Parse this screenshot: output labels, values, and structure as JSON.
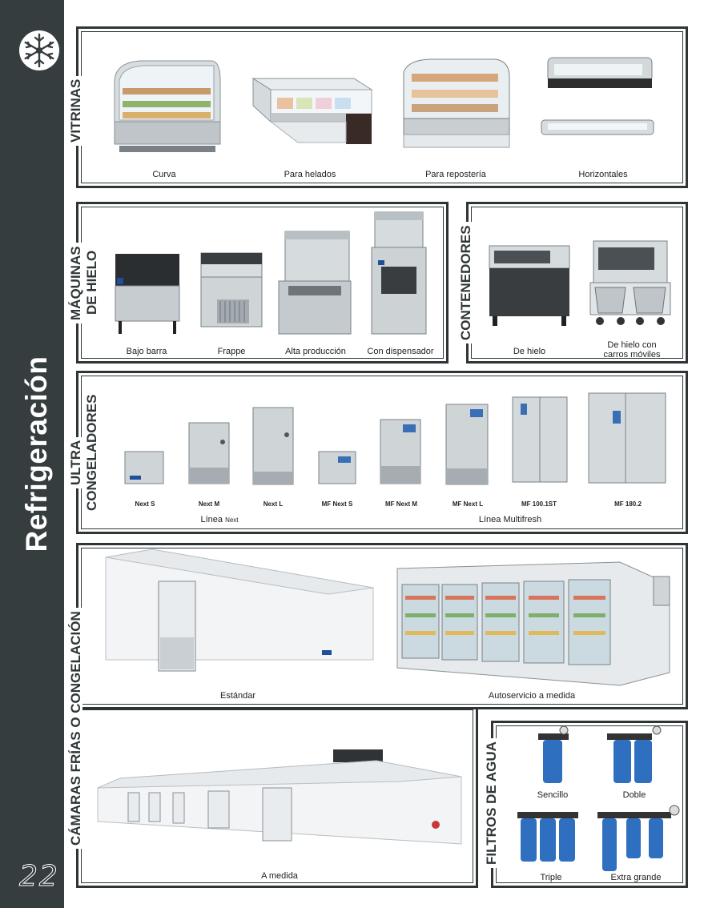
{
  "page": {
    "title": "Refrigeración",
    "number": "22"
  },
  "colors": {
    "sidebar": "#363d3f",
    "border": "#2f3537"
  },
  "sections": {
    "vitrinas": {
      "title": "VITRINAS",
      "items": [
        "Curva",
        "Para helados",
        "Para repostería",
        "Horizontales"
      ]
    },
    "maquinas": {
      "title_line1": "MÁQUINAS",
      "title_line2": "DE HIELO",
      "items": [
        "Bajo barra",
        "Frappe",
        "Alta producción",
        "Con dispensador"
      ]
    },
    "contenedores": {
      "title": "CONTENEDORES",
      "items": [
        "De hielo",
        "De hielo con",
        "carros móviles"
      ]
    },
    "ultra": {
      "title_line1": "ULTRA",
      "title_line2": "CONGELADORES",
      "items": [
        "Next S",
        "Next M",
        "Next L",
        "MF Next S",
        "MF Next M",
        "MF Next L",
        "MF 100.1ST",
        "MF 180.2"
      ],
      "line_next": "Línea",
      "line_next_small": "Next",
      "line_multifresh": "Línea Multifresh"
    },
    "camaras": {
      "title": "CÁMARAS FRÍAS O CONGELACIÓN",
      "items": [
        "Estándar",
        "Autoservicio a medida",
        "A medida"
      ]
    },
    "filtros": {
      "title": "FILTROS DE AGUA",
      "items": [
        "Sencillo",
        "Doble",
        "Triple",
        "Extra grande"
      ]
    }
  }
}
